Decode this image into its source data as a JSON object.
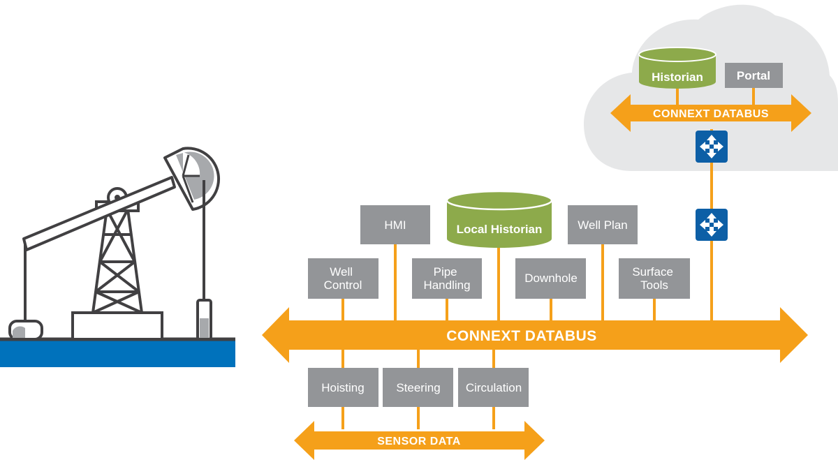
{
  "colors": {
    "orange": "#F5A01A",
    "grey_box": "#939598",
    "green_db": "#8DAA4B",
    "green_db_dark": "#6E8A36",
    "cloud": "#E6E7E8",
    "blue_ground": "#0072BC",
    "switch_blue": "#0D5FA6",
    "rig_stroke": "#414042",
    "rig_fill": "#A7A9AC",
    "white": "#FFFFFF"
  },
  "icons": {
    "switch": "four-way-arrows-icon",
    "rig": "oil-pump-jack-icon"
  },
  "buses": {
    "main": "CONNEXT DATABUS",
    "cloud": "CONNEXT DATABUS",
    "sensor": "SENSOR DATA"
  },
  "cloud": {
    "historian": "Historian",
    "portal": "Portal"
  },
  "top_row": {
    "hmi": "HMI",
    "local_historian": "Local Historian",
    "well_plan": "Well Plan"
  },
  "middle_row": {
    "well_control": [
      "Well",
      "Control"
    ],
    "pipe_handling": [
      "Pipe",
      "Handling"
    ],
    "downhole": "Downhole",
    "surface_tools": [
      "Surface",
      "Tools"
    ]
  },
  "sensor_row": {
    "hoisting": "Hoisting",
    "steering": "Steering",
    "circulation": "Circulation"
  }
}
